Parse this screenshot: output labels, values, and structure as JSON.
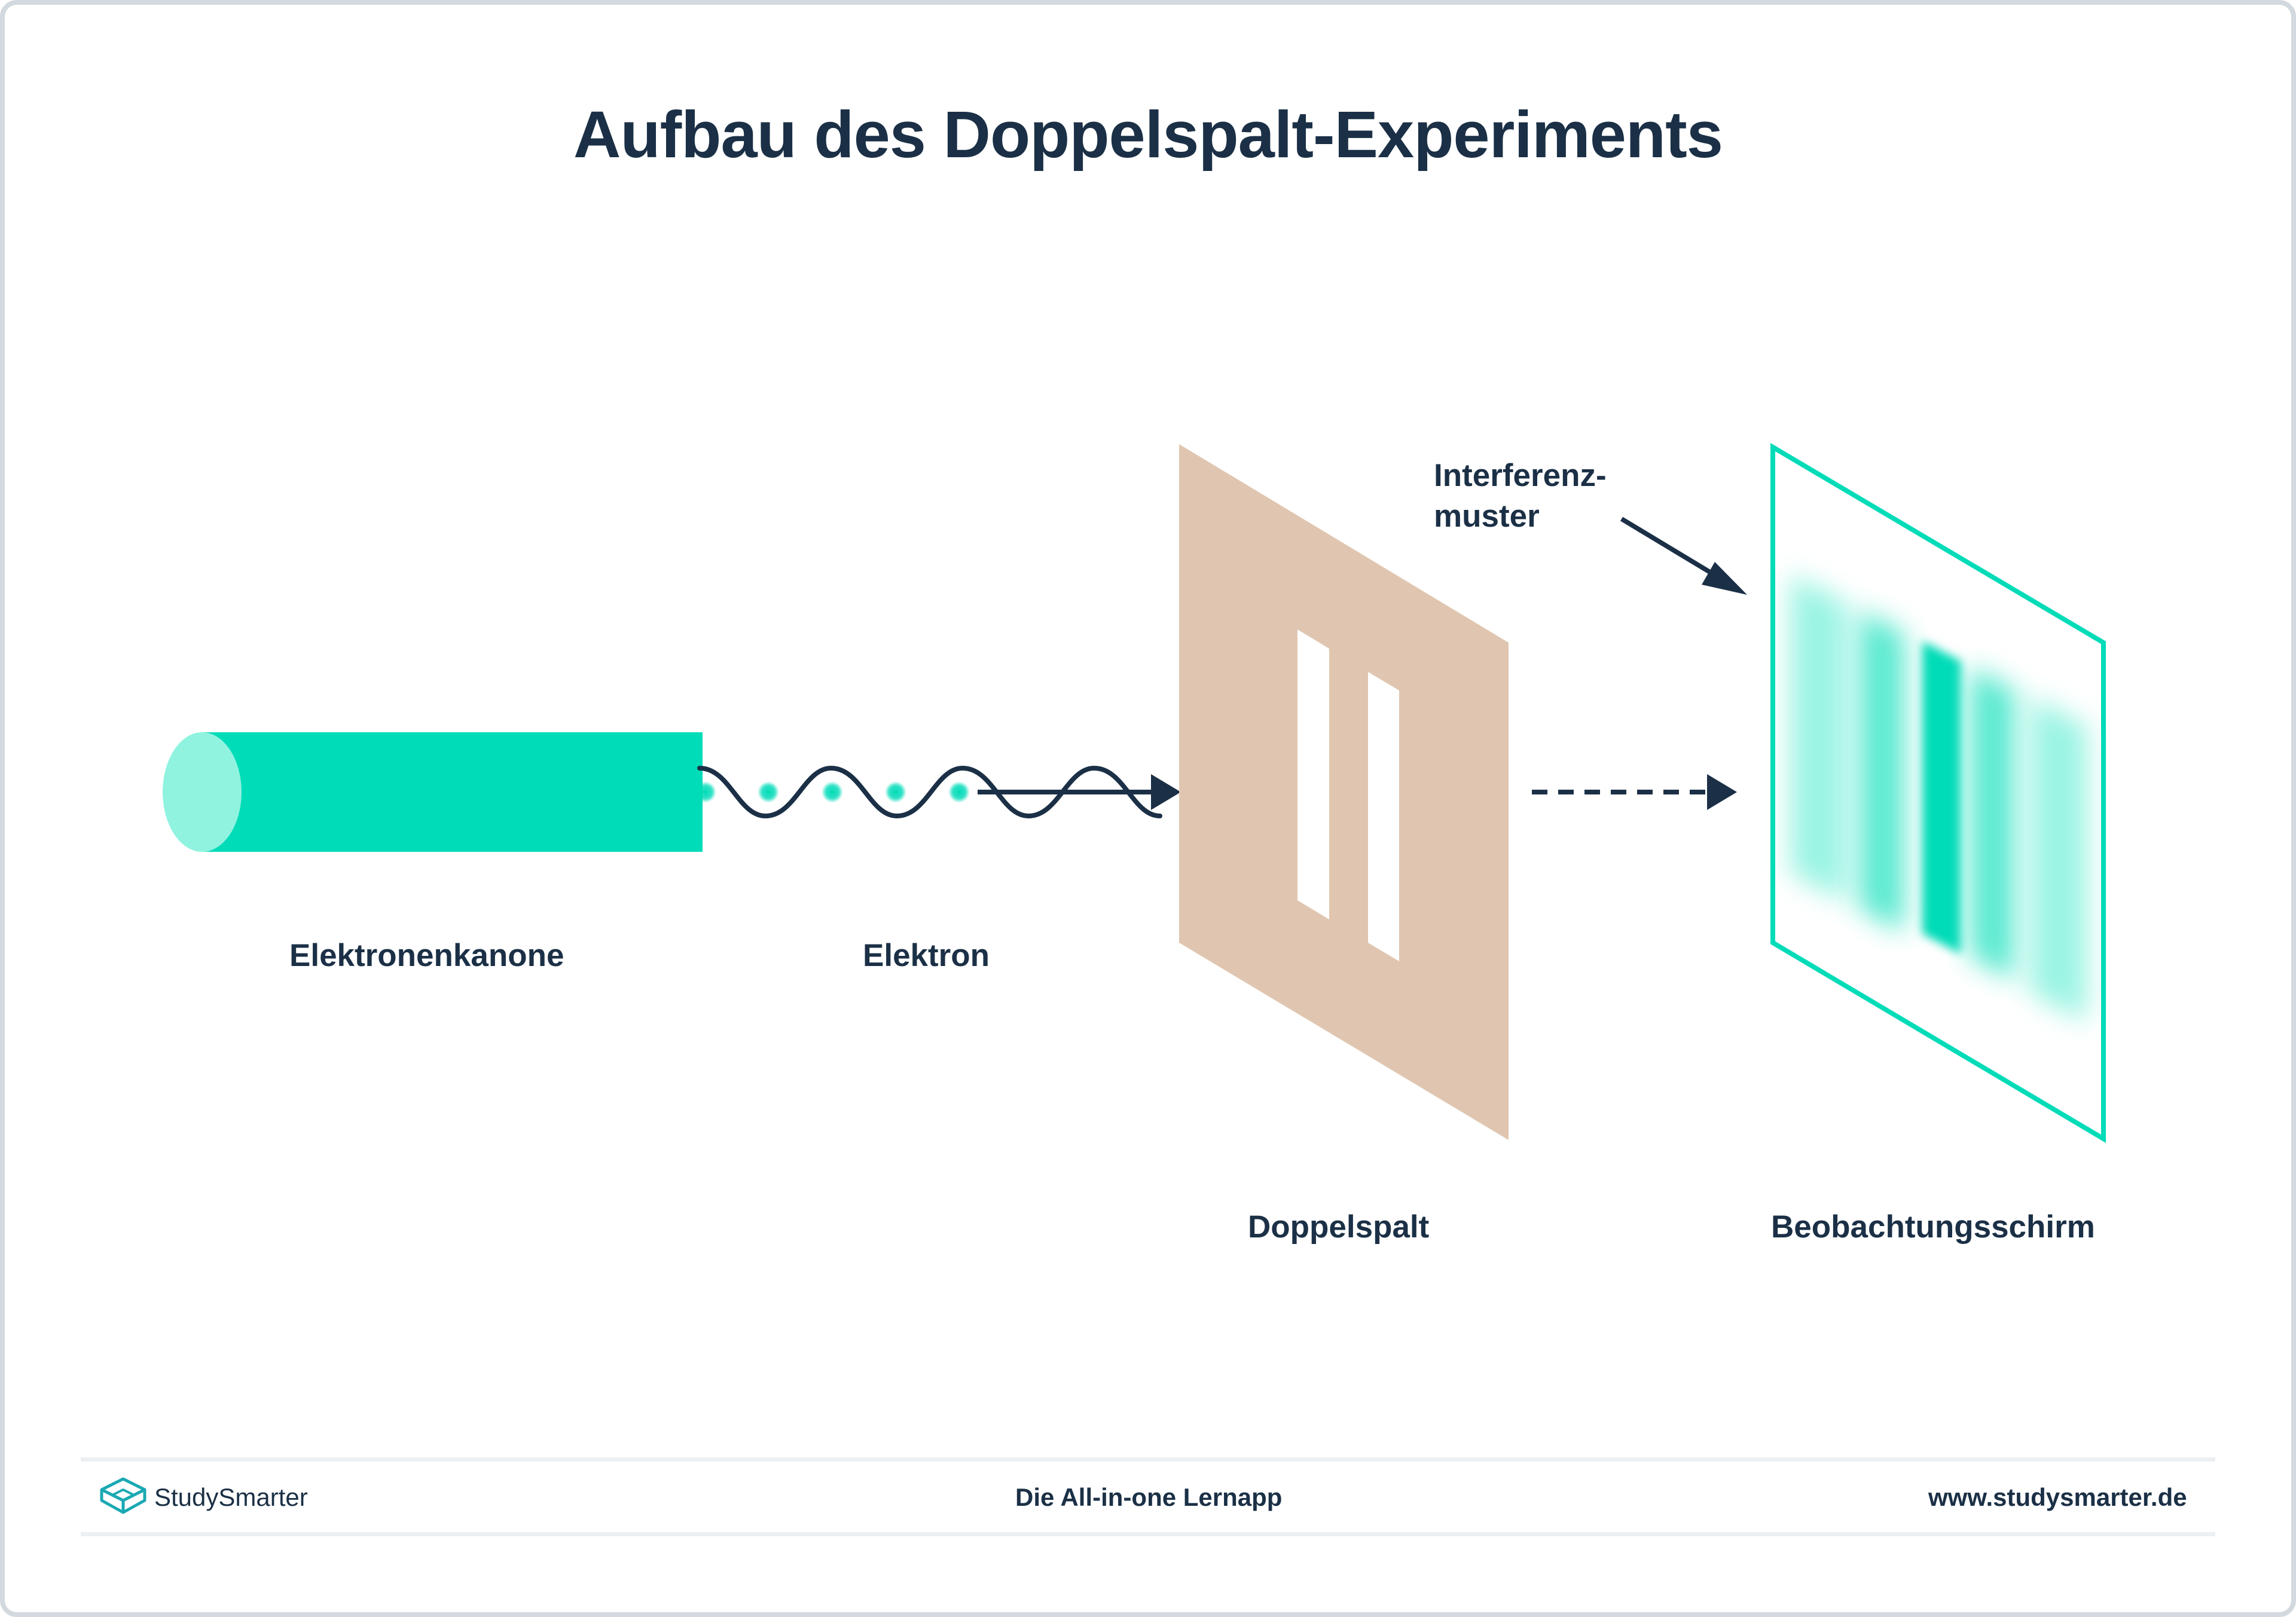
{
  "title": "Aufbau des Doppelspalt-Experiments",
  "labels": {
    "gun": "Elektronenkanone",
    "electron": "Elektron",
    "slit": "Doppelspalt",
    "screen": "Beobachtungsschirm",
    "pattern": "Interferenz-\nmuster"
  },
  "footer": {
    "brand": "StudySmarter",
    "tagline": "Die All-in-one Lernapp",
    "url": "www.studysmarter.de"
  },
  "colors": {
    "text": "#1b3046",
    "accent": "#00dbb8",
    "accent_light": "#8ff3e0",
    "slit_plate": "#e0c6b0",
    "frame": "#d3d9df"
  }
}
